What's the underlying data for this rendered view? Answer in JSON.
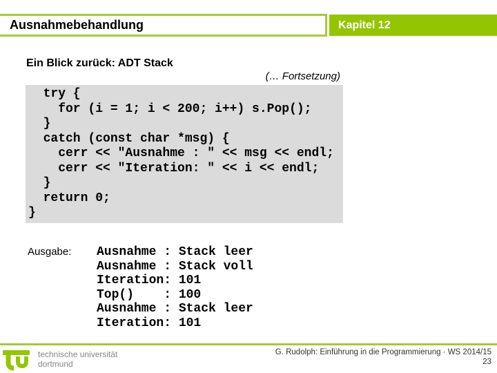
{
  "header": {
    "title": "Ausnahmebehandlung",
    "chapter": "Kapitel 12"
  },
  "content": {
    "heading": "Ein Blick zurück: ADT Stack",
    "continuation": "(… Fortsetzung)",
    "code_lines": [
      "  try {",
      "    for (i = 1; i < 200; i++) s.Pop();",
      "  }",
      "  catch (const char *msg) {",
      "    cerr << \"Ausnahme : \" << msg << endl;",
      "    cerr << \"Iteration: \" << i << endl;",
      "  }",
      "  return 0;",
      "}"
    ],
    "output": {
      "label": "Ausgabe:",
      "lines": [
        "Ausnahme : Stack leer",
        "Ausnahme : Stack voll",
        "Iteration: 101",
        "Top()    : 100",
        "Ausnahme : Stack leer",
        "Iteration: 101"
      ]
    }
  },
  "footer": {
    "university_line1": "technische universität",
    "university_line2": "dortmund",
    "logo": "tu-dortmund-logo",
    "credit": "G. Rudolph: Einführung in die Programmierung · WS 2014/15",
    "page": "23"
  },
  "colors": {
    "accent_green": "#94c600",
    "line_green": "#a6c839",
    "code_background": "#dbdbdb",
    "footer_gray": "#878787"
  }
}
